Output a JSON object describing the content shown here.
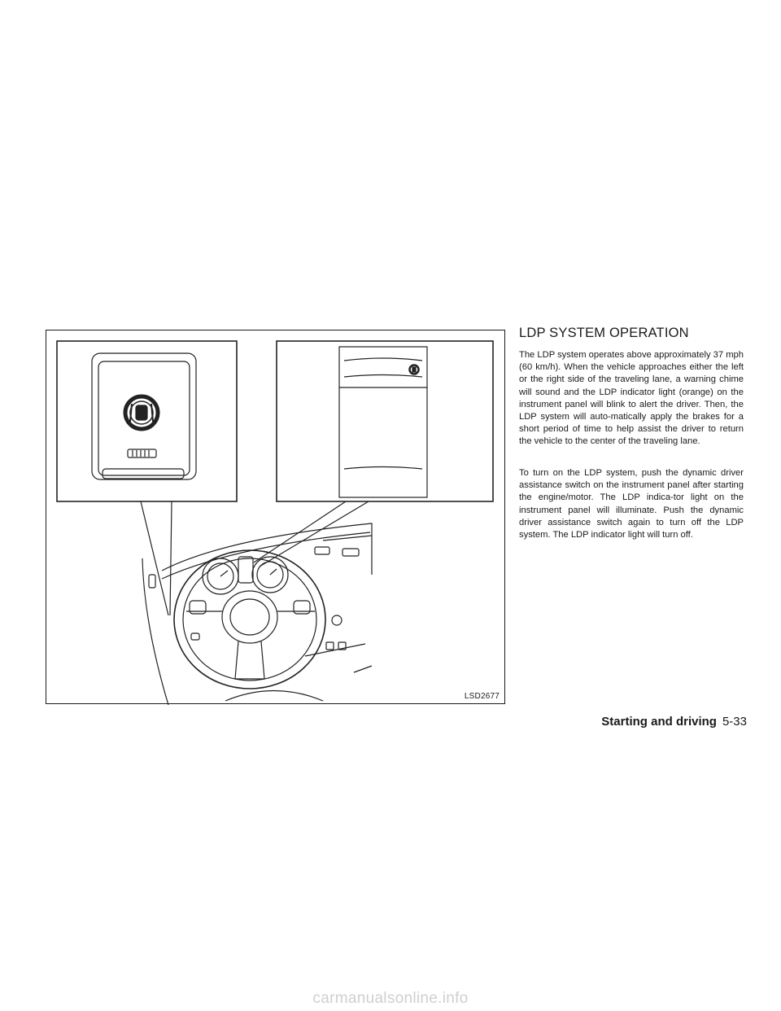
{
  "figure": {
    "code": "LSD2677"
  },
  "section": {
    "title": "LDP SYSTEM OPERATION",
    "paragraphs": [
      "The LDP system operates above approximately 37 mph (60 km/h). When the vehicle approaches either the left or the right side of the traveling lane, a warning chime will sound and the LDP indicator light (orange) on the instrument panel will blink to alert the driver. Then, the LDP system will auto-matically apply the brakes for a short period of time to help assist the driver to return the vehicle to the center of the traveling lane.",
      "To turn on the LDP system, push the dynamic driver assistance switch on the instrument panel after starting the engine/motor. The LDP indica-tor light on the instrument panel will illuminate. Push the dynamic driver assistance switch again to turn off the LDP system. The LDP indicator light will turn off."
    ]
  },
  "footer": {
    "section": "Starting and driving",
    "page": "5-33"
  },
  "watermark": "carmanualsonline.info"
}
